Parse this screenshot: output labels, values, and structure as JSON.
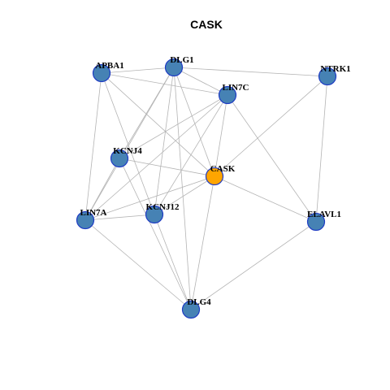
{
  "title": "CASK",
  "colors": {
    "node": "#4682b4",
    "highlight": "#ffa500",
    "edge": "#b4b4b4",
    "node_border": "#1f3cc4"
  },
  "nodes": [
    {
      "id": "APBA1",
      "label": "APBA1"
    },
    {
      "id": "DLG1",
      "label": "DLG1"
    },
    {
      "id": "NTRK1",
      "label": "NTRK1"
    },
    {
      "id": "LIN7C",
      "label": "LIN7C"
    },
    {
      "id": "KCNJ4",
      "label": "KCNJ4"
    },
    {
      "id": "CASK",
      "label": "CASK",
      "highlight": true
    },
    {
      "id": "LIN7A",
      "label": "LIN7A"
    },
    {
      "id": "KCNJ12",
      "label": "KCNJ12"
    },
    {
      "id": "ELAVL1",
      "label": "ELAVL1"
    },
    {
      "id": "DLG4",
      "label": "DLG4"
    }
  ],
  "edges": [
    [
      "APBA1",
      "DLG1"
    ],
    [
      "APBA1",
      "LIN7C"
    ],
    [
      "APBA1",
      "CASK"
    ],
    [
      "APBA1",
      "LIN7A"
    ],
    [
      "APBA1",
      "KCNJ12"
    ],
    [
      "DLG1",
      "NTRK1"
    ],
    [
      "DLG1",
      "LIN7C"
    ],
    [
      "DLG1",
      "CASK"
    ],
    [
      "DLG1",
      "LIN7A"
    ],
    [
      "DLG1",
      "KCNJ4"
    ],
    [
      "DLG1",
      "KCNJ12"
    ],
    [
      "DLG1",
      "DLG4"
    ],
    [
      "NTRK1",
      "CASK"
    ],
    [
      "NTRK1",
      "ELAVL1"
    ],
    [
      "LIN7C",
      "KCNJ4"
    ],
    [
      "LIN7C",
      "CASK"
    ],
    [
      "LIN7C",
      "KCNJ12"
    ],
    [
      "LIN7C",
      "ELAVL1"
    ],
    [
      "LIN7C",
      "LIN7A"
    ],
    [
      "KCNJ4",
      "CASK"
    ],
    [
      "KCNJ4",
      "LIN7A"
    ],
    [
      "KCNJ4",
      "DLG4"
    ],
    [
      "CASK",
      "LIN7A"
    ],
    [
      "CASK",
      "KCNJ12"
    ],
    [
      "CASK",
      "ELAVL1"
    ],
    [
      "CASK",
      "DLG4"
    ],
    [
      "LIN7A",
      "KCNJ12"
    ],
    [
      "LIN7A",
      "DLG4"
    ],
    [
      "KCNJ12",
      "DLG4"
    ],
    [
      "ELAVL1",
      "DLG4"
    ]
  ]
}
